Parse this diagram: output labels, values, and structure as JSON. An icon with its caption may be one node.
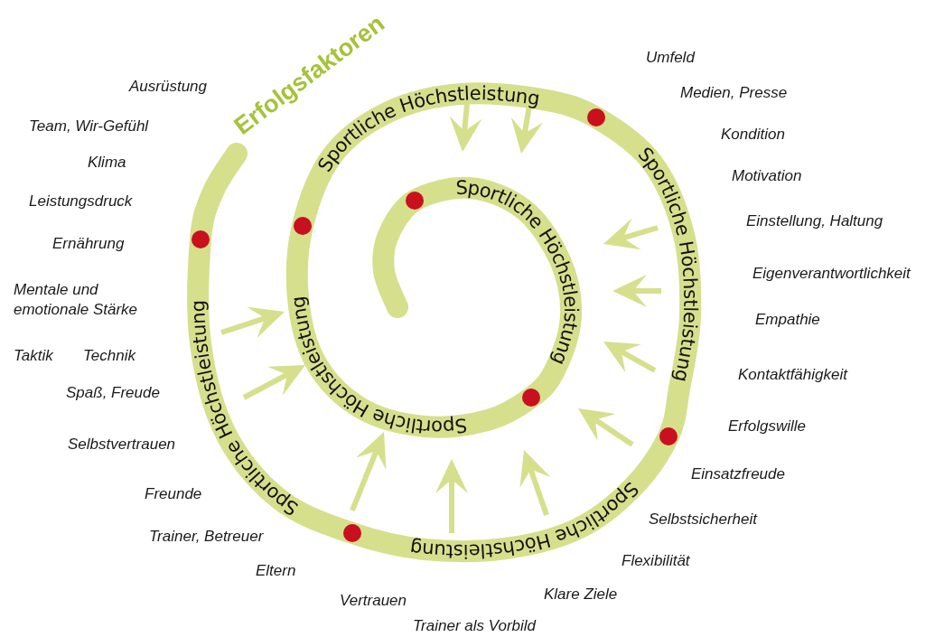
{
  "diagram": {
    "labels": [
      "Erfolgsfaktoren",
      "Sportliche Höchstleistung",
      "Sportliche Höchstleistung",
      "Sportliche Höchstleistung",
      "Sportliche Höchstleistung",
      "Sportliche Höchstleistung",
      "Sportliche Höchstleistung",
      "Umfeld",
      "Ausrüstung",
      "Medien, Presse",
      "Team, Wir-Gefühl",
      "Kondition",
      "Klima",
      "Motivation",
      "Leistungsdruck",
      "Einstellung, Haltung",
      "Ernährung",
      "Eigenverantwortlichkeit",
      "Mentale und emotionale Stärke",
      "Empathie",
      "Taktik",
      "Technik",
      "Kontaktfähigkeit",
      "Spaß, Freude",
      "Erfolgswille",
      "Selbstvertrauen",
      "Einsatzfreude",
      "Freunde",
      "Selbstsicherheit",
      "Trainer, Betreuer",
      "Flexibilität",
      "Eltern",
      "Klare Ziele",
      "Vertrauen",
      "Trainer als Vorbild"
    ]
  }
}
